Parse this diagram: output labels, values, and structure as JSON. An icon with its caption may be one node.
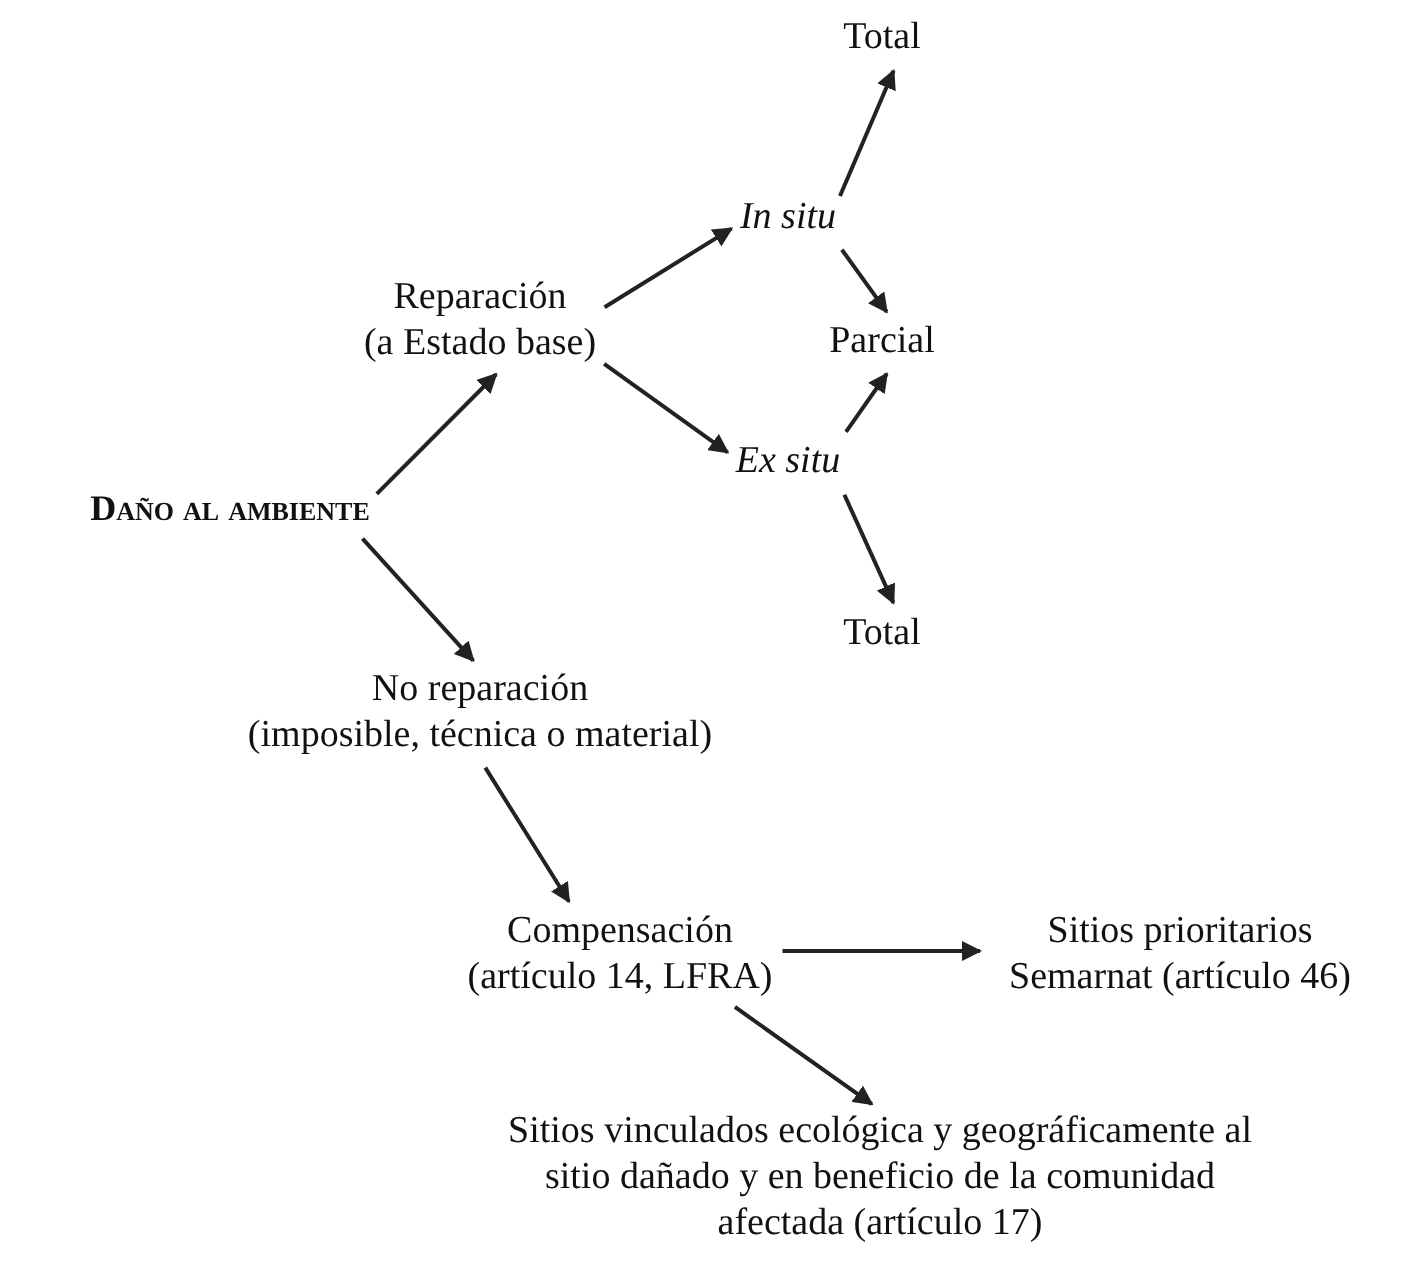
{
  "diagram": {
    "nodes": [
      {
        "text": [
          "Daño al ambiente"
        ]
      },
      {
        "text": [
          "Reparación",
          "(a Estado base)"
        ]
      },
      {
        "text": [
          "In situ"
        ]
      },
      {
        "text": [
          "Ex situ"
        ]
      },
      {
        "text": [
          "Total"
        ]
      },
      {
        "text": [
          "Parcial"
        ]
      },
      {
        "text": [
          "Total"
        ]
      },
      {
        "text": [
          "No reparación",
          "(imposible, técnica o material)"
        ]
      },
      {
        "text": [
          "Compensación",
          "(artículo 14, LFRA)"
        ]
      },
      {
        "text": [
          "Sitios prioritarios Semarnat (artículo 46)"
        ]
      },
      {
        "text": [
          "Sitios vinculados ecológica y geográficamente al sitio dañado y en beneficio de la comunidad afectada (artículo 17)"
        ]
      }
    ],
    "edges": [
      {
        "from": 0,
        "to": 1,
        "arrow": "to"
      },
      {
        "from": 0,
        "to": 7,
        "arrow": "to"
      },
      {
        "from": 1,
        "to": 2,
        "arrow": "to"
      },
      {
        "from": 1,
        "to": 3,
        "arrow": "to"
      },
      {
        "from": 2,
        "to": 4,
        "arrow": "to"
      },
      {
        "from": 2,
        "to": 5,
        "arrow": "to"
      },
      {
        "from": 3,
        "to": 5,
        "arrow": "to"
      },
      {
        "from": 3,
        "to": 6,
        "arrow": "to"
      },
      {
        "from": 7,
        "to": 8,
        "arrow": "to"
      },
      {
        "from": 8,
        "to": 9,
        "arrow": "to"
      },
      {
        "from": 8,
        "to": 10,
        "arrow": "to"
      }
    ]
  }
}
